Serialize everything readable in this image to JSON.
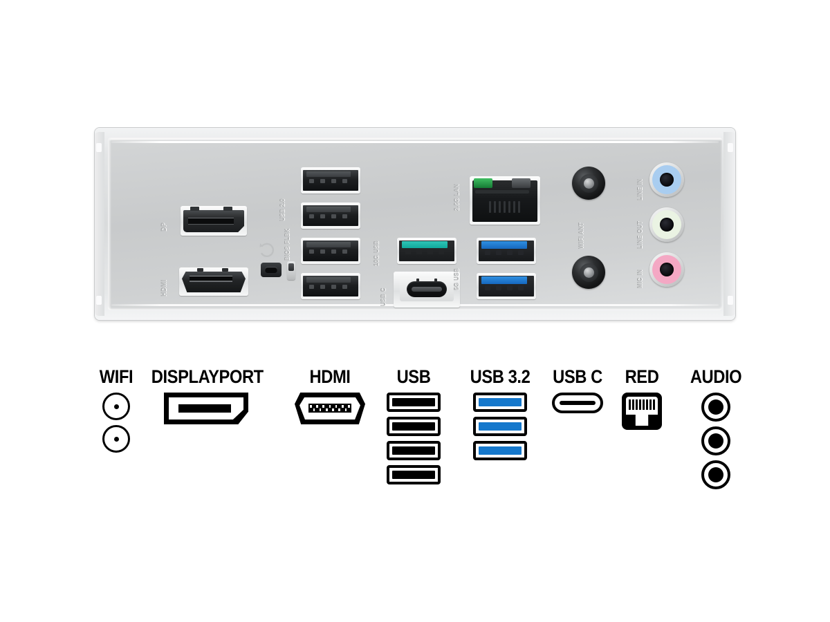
{
  "io_panel": {
    "name": "motherboard-rear-io-panel",
    "shield_color": "#d3d5d6",
    "ports": {
      "displayport": {
        "label": "DP",
        "count": 1
      },
      "hdmi": {
        "label": "HDMI",
        "count": 1
      },
      "usb2": {
        "label": "USB 2.0",
        "count": 4
      },
      "bios_flashback": {
        "label": "BIOS FLBK",
        "count": 1
      },
      "usb32_gen2": {
        "label": "10G USB",
        "color": "#2ec4b6",
        "count": 1
      },
      "usbc": {
        "label": "USB C",
        "count": 1
      },
      "lan": {
        "label": "2.5G LAN",
        "count": 1
      },
      "usb32": {
        "label": "5G USB",
        "color": "#2f8fe0",
        "count": 2
      },
      "wifi": {
        "label": "WIFI ANT",
        "count": 2
      },
      "audio": {
        "jacks": [
          {
            "label": "LINE IN",
            "color": "#a9cdf0"
          },
          {
            "label": "LINE OUT",
            "color": "#e8f2e2"
          },
          {
            "label": "MIC IN",
            "color": "#f4a8c4"
          }
        ]
      }
    }
  },
  "legend": {
    "columns": [
      {
        "title": "WIFI",
        "icon": "wifi-antenna-icon",
        "icons": [
          {
            "type": "wifi",
            "color": "#000000"
          },
          {
            "type": "wifi",
            "color": "#000000"
          }
        ]
      },
      {
        "title": "DISPLAYPORT",
        "icon": "displayport-icon",
        "icons": [
          {
            "type": "dp",
            "color": "#000000"
          }
        ]
      },
      {
        "title": "HDMI",
        "icon": "hdmi-icon",
        "icons": [
          {
            "type": "hdmi",
            "color": "#000000"
          }
        ]
      },
      {
        "title": "USB",
        "icon": "usb-a-icon",
        "icons": [
          {
            "type": "usb",
            "color": "#000000"
          },
          {
            "type": "usb",
            "color": "#000000"
          },
          {
            "type": "usb",
            "color": "#000000"
          },
          {
            "type": "usb",
            "color": "#000000"
          }
        ]
      },
      {
        "title": "USB 3.2",
        "icon": "usb-32-icon",
        "icons": [
          {
            "type": "usb",
            "color": "#1578cc"
          },
          {
            "type": "usb",
            "color": "#1578cc"
          },
          {
            "type": "usb",
            "color": "#1578cc"
          }
        ]
      },
      {
        "title": "USB C",
        "icon": "usb-c-icon",
        "icons": [
          {
            "type": "usbc",
            "color": "#000000"
          }
        ]
      },
      {
        "title": "RED",
        "icon": "rj45-ethernet-icon",
        "icons": [
          {
            "type": "rj45",
            "color": "#000000"
          }
        ]
      },
      {
        "title": "AUDIO",
        "icon": "audio-jack-icon",
        "icons": [
          {
            "type": "audio",
            "color": "#000000"
          },
          {
            "type": "audio",
            "color": "#000000"
          },
          {
            "type": "audio",
            "color": "#000000"
          }
        ]
      }
    ]
  }
}
